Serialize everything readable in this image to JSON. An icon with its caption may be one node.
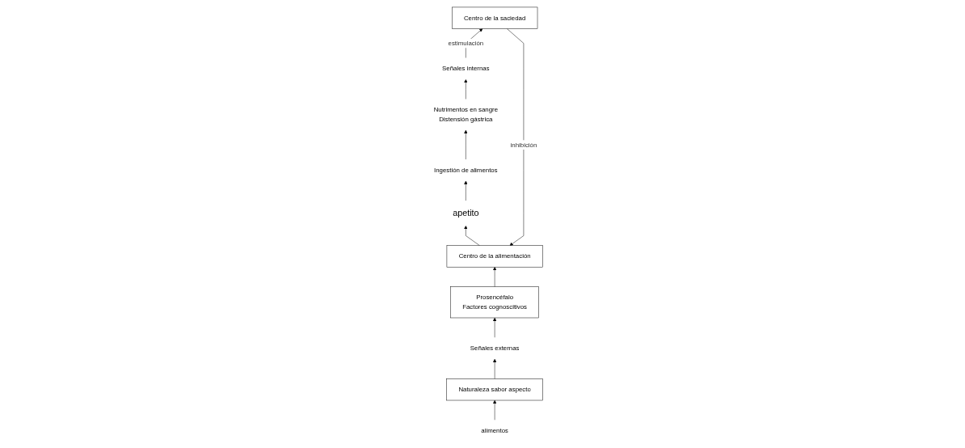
{
  "diagram": {
    "nodes": [
      {
        "text": [
          "Prosencéfalo",
          "Factores cognoscitivos"
        ]
      },
      {
        "text": [
          "Señales externas"
        ]
      },
      {
        "text": [
          "Naturaleza sabor aspecto"
        ]
      },
      {
        "text": [
          "alimentos"
        ]
      },
      {
        "text": [
          "Centro de la alimentación"
        ]
      },
      {
        "text": [
          "Centro de la saciedad"
        ]
      },
      {
        "text": [
          "Señales internas"
        ]
      },
      {
        "text": [
          "apetito"
        ]
      },
      {
        "text": [
          "Nutrimentos en sangre",
          "Distensión gástrica"
        ]
      },
      {
        "text": [
          "Ingestión de alimentos"
        ]
      }
    ],
    "edges": [
      {
        "from": 3,
        "to": 2,
        "arrow": "to"
      },
      {
        "from": 2,
        "to": 1,
        "arrow": "to"
      },
      {
        "from": 1,
        "to": 0,
        "arrow": "to"
      },
      {
        "from": 0,
        "to": 4,
        "arrow": "to"
      },
      {
        "from": 6,
        "to": 5,
        "arrow": "to",
        "label": "estimulación"
      },
      {
        "from": 5,
        "to": 4,
        "arrow": "to",
        "label": "inhibición"
      },
      {
        "from": 4,
        "to": 7,
        "arrow": "to"
      },
      {
        "from": 7,
        "to": 9,
        "arrow": "to"
      },
      {
        "from": 9,
        "to": 8,
        "arrow": "to"
      },
      {
        "from": 8,
        "to": 6,
        "arrow": "to"
      }
    ]
  }
}
